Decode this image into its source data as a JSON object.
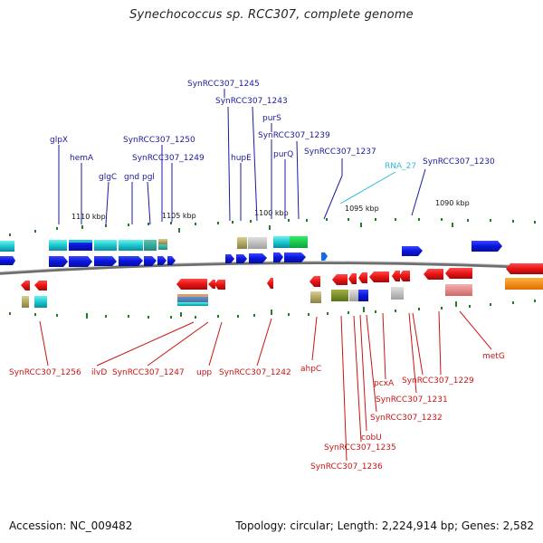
{
  "title": "Synechococcus sp. RCC307, complete genome",
  "footer": {
    "accession": "Accession: NC_009482",
    "summary": "Topology: circular; Length: 2,224,914 bp; Genes: 2,582"
  },
  "scale": {
    "kbp_1110": "1110 kbp",
    "kbp_1105": "1105 kbp",
    "kbp_1100": "1100 kbp",
    "kbp_1095": "1095 kbp",
    "kbp_1090": "1090 kbp"
  },
  "labels_top": {
    "glpX": "glpX",
    "hemA": "hemA",
    "glgC": "glgC",
    "gnd": "gnd",
    "pgl": "pgl",
    "s1250": "SynRCC307_1250",
    "s1249": "SynRCC307_1249",
    "s1245": "SynRCC307_1245",
    "s1243": "SynRCC307_1243",
    "hupE": "hupE",
    "purS": "purS",
    "s1239": "SynRCC307_1239",
    "purQ": "purQ",
    "s1237": "SynRCC307_1237",
    "rna27": "RNA_27",
    "s1230": "SynRCC307_1230"
  },
  "labels_bottom": {
    "s1256": "SynRCC307_1256",
    "ilvD": "ilvD",
    "s1247": "SynRCC307_1247",
    "upp": "upp",
    "s1242": "SynRCC307_1242",
    "ahpC": "ahpC",
    "metG": "metG",
    "s1229": "SynRCC307_1229",
    "pcxA": "pcxA",
    "s1231": "SynRCC307_1231",
    "s1232": "SynRCC307_1232",
    "cobU": "cobU",
    "s1235": "SynRCC307_1235",
    "s1236": "SynRCC307_1236"
  },
  "colors": {
    "forward": "#0a14dc",
    "reverse": "#e81414",
    "label_top": "#1a1a9a",
    "label_bottom": "#c81414",
    "rna": "#33bbdd",
    "tick": "#2a7a2a",
    "backbone": "#777777"
  }
}
